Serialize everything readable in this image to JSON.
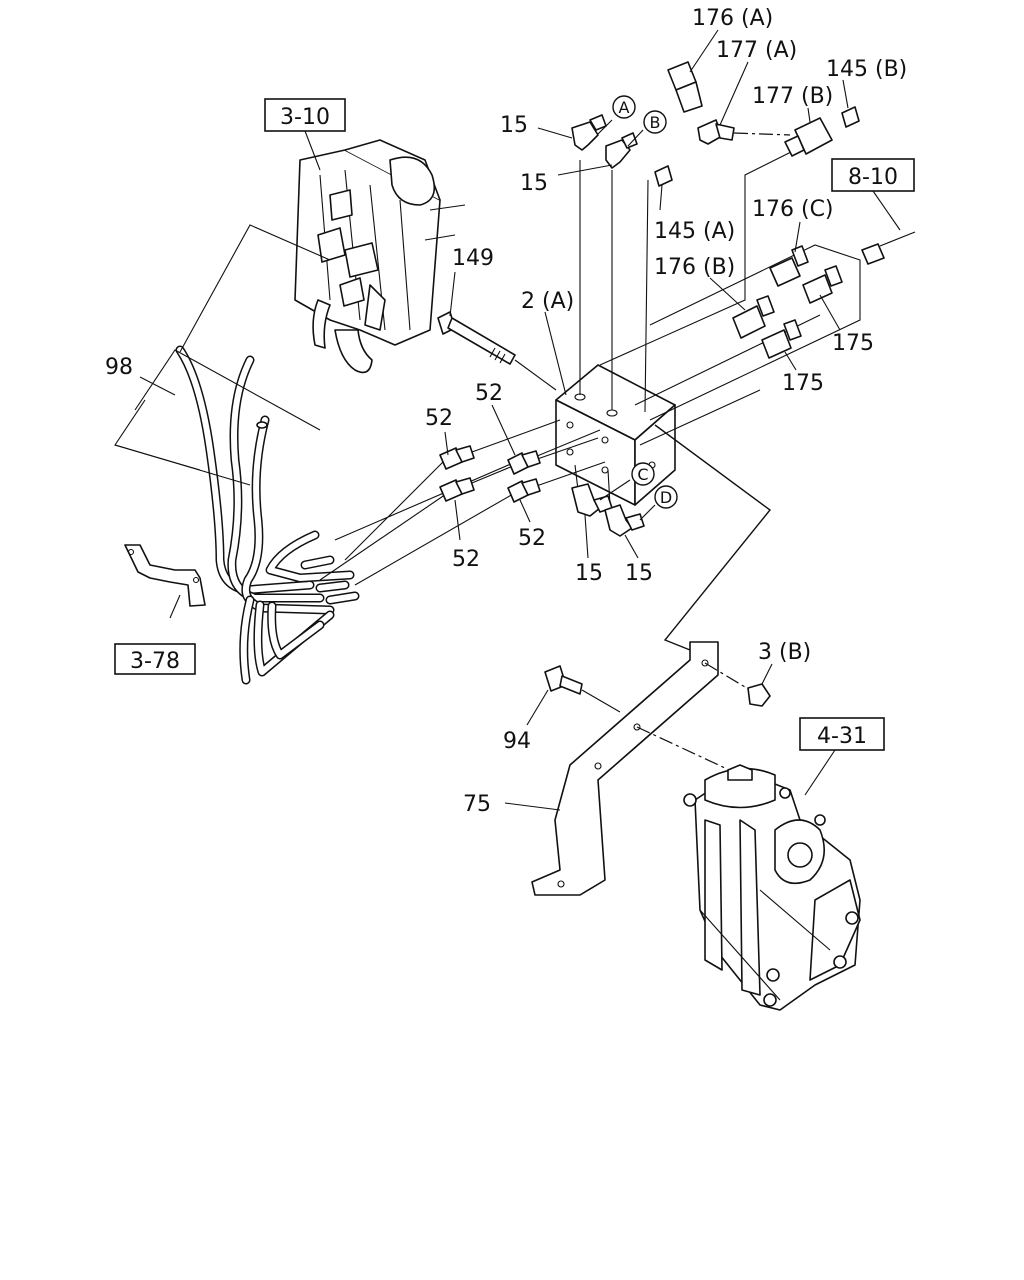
{
  "refs": {
    "r310": "3-10",
    "r810": "8-10",
    "r378": "3-78",
    "r431": "4-31"
  },
  "labels": {
    "p176a": "176 (A)",
    "p177a": "177 (A)",
    "p145b": "145 (B)",
    "p177b": "177 (B)",
    "p15_1": "15",
    "p15_2": "15",
    "p145a": "145 (A)",
    "p176c": "176 (C)",
    "p176b": "176 (B)",
    "p149": "149",
    "p2a": "2 (A)",
    "p175_1": "175",
    "p175_2": "175",
    "p98": "98",
    "p52_1": "52",
    "p52_2": "52",
    "p52_3": "52",
    "p52_4": "52",
    "p15_3": "15",
    "p15_4": "15",
    "p3b": "3 (B)",
    "p94": "94",
    "p75": "75"
  },
  "callouts": {
    "a": "A",
    "b": "B",
    "c": "C",
    "d": "D"
  }
}
